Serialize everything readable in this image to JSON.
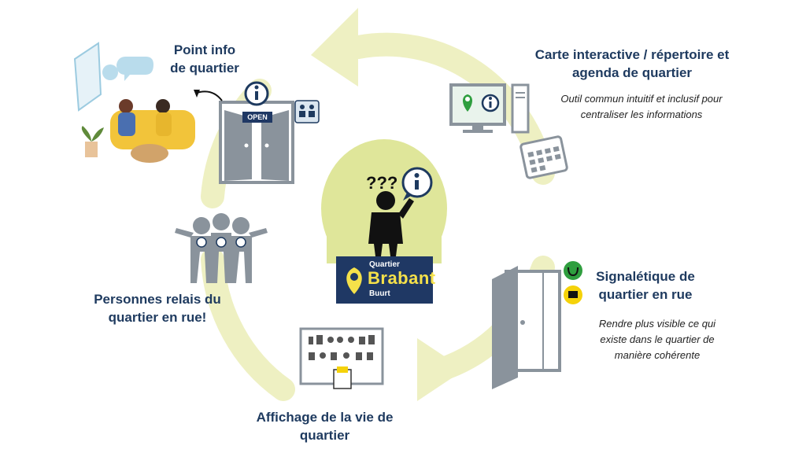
{
  "nodes": {
    "center": {
      "logo_top": "Quartier",
      "logo_main": "Brabant",
      "logo_bottom": "Buurt",
      "question_marks": "???"
    },
    "point_info": {
      "title_line1": "Point info",
      "title_line2": "de quartier",
      "sign_text": "OPEN"
    },
    "carte": {
      "title_line1": "Carte interactive / répertoire et",
      "title_line2": "agenda de quartier",
      "desc_line1": "Outil commun intuitif et inclusif pour",
      "desc_line2": "centraliser les informations"
    },
    "signaletique": {
      "title_line1": "Signalétique de",
      "title_line2": "quartier en rue",
      "desc_line1": "Rendre plus visible ce qui",
      "desc_line2": "existe dans le quartier de",
      "desc_line3": "manière cohérente"
    },
    "affichage": {
      "title_line1": "Affichage de la vie de",
      "title_line2": "quartier"
    },
    "relais": {
      "title_line1": "Personnes relais du",
      "title_line2": "quartier en rue!"
    }
  },
  "colors": {
    "cycle": "#eef0c2",
    "navy": "#1e3a5f",
    "logo_bg": "#1f3864",
    "logo_accent": "#f5e14a",
    "gray": "#8a939c",
    "green": "#2f9e3f",
    "yellow": "#f5d20a",
    "halo": "#dfe69a"
  },
  "icons": [
    "info-icon",
    "location-pin-icon",
    "computer-icon",
    "calendar-icon",
    "door-icon",
    "people-icon",
    "poster-board-icon",
    "confused-person-icon",
    "chat-bubble-icon"
  ]
}
